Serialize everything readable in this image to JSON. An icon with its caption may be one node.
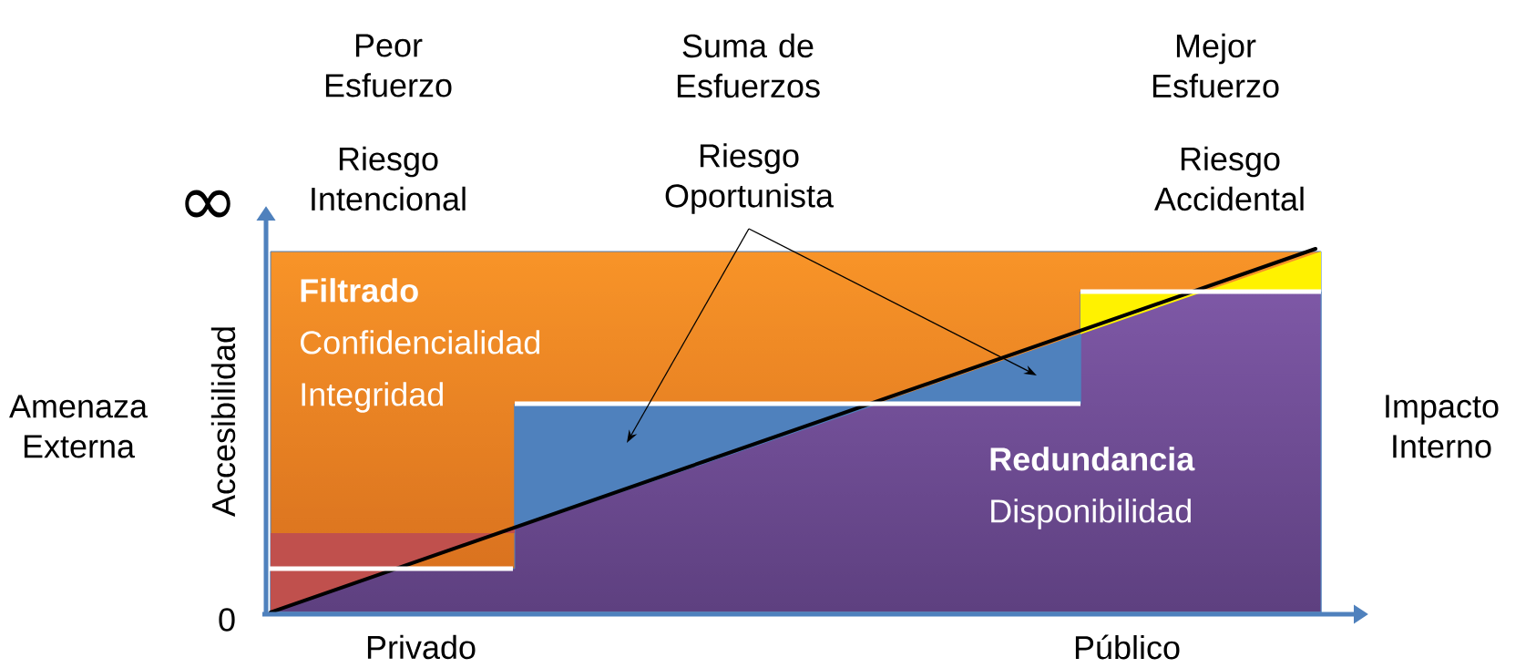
{
  "diagram": {
    "nodes": [
      {
        "text": [
          "Filtrado",
          "Confidencialidad Integridad"
        ]
      },
      {
        "text": [
          "Redundancia",
          "Disponibilidad"
        ]
      },
      {
        "text": [],
        "shape": "polygon"
      },
      {
        "text": [
          "Riesgo Oportunista"
        ]
      }
    ],
    "edges": [
      {
        "from": 3,
        "to": 2,
        "arrow": "to"
      },
      {
        "from": 3,
        "to": 2,
        "arrow": "to"
      }
    ],
    "labels": [
      "Peor Esfuerzo",
      "Suma de Esfuerzos",
      "Mejor Esfuerzo",
      "Riesgo Intencional",
      "Riesgo Accidental",
      "∞",
      "Accesibilidad",
      "Amenaza Externa",
      "Impacto Interno",
      "0",
      "Privado",
      "Público"
    ]
  }
}
